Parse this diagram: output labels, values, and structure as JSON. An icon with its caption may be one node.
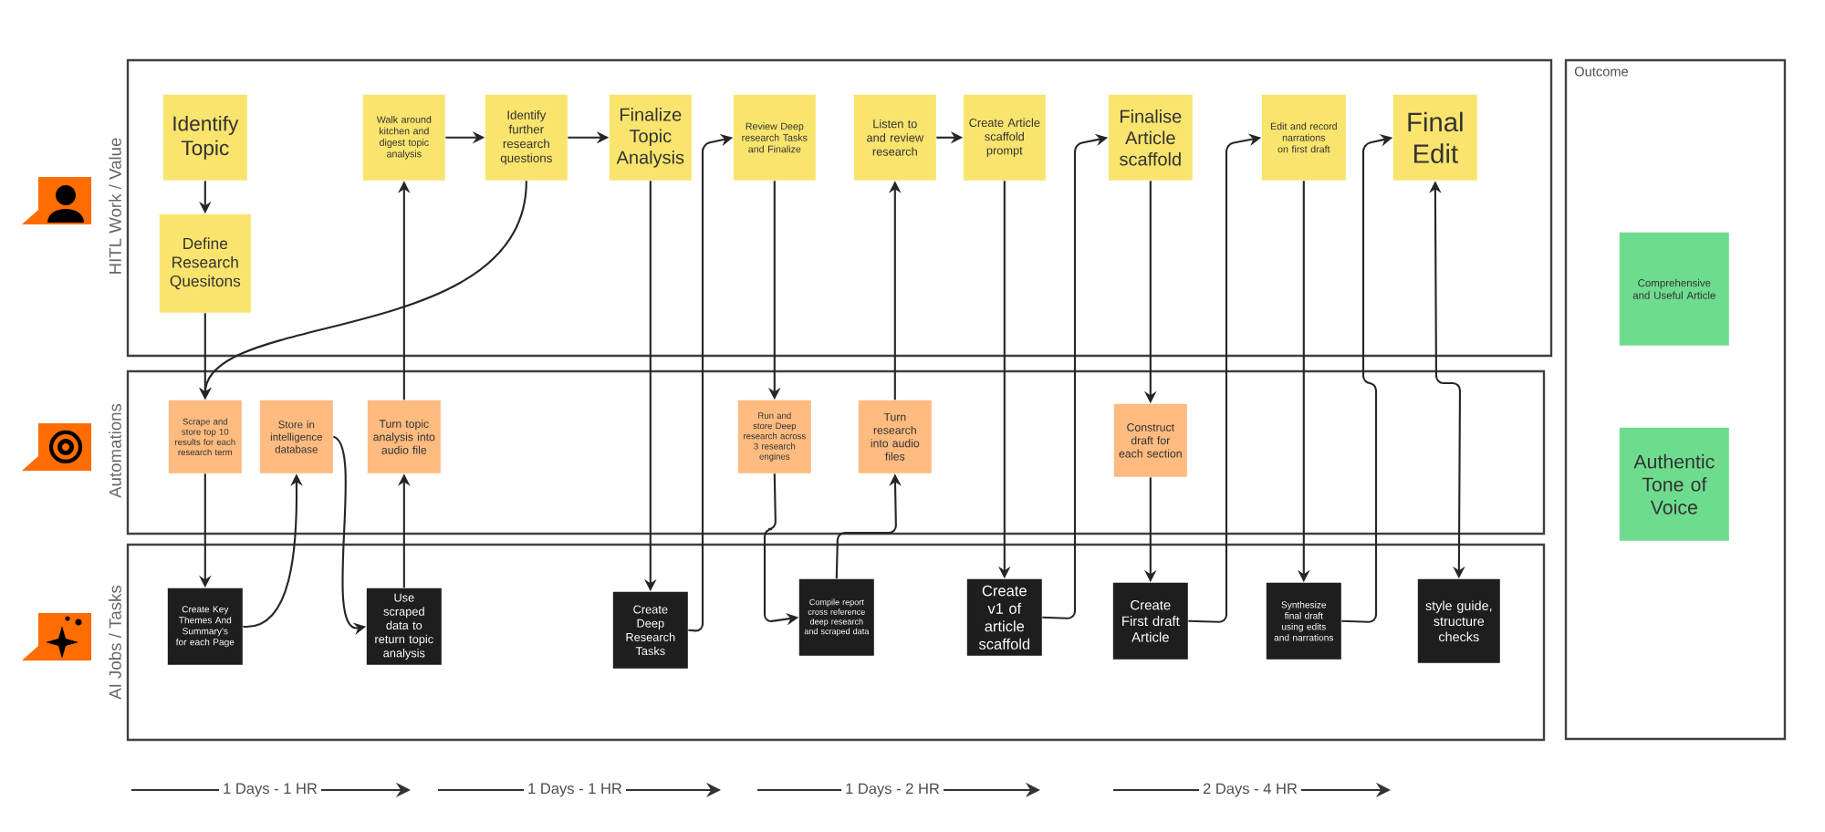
{
  "diagram": {
    "nodes": [
      {
        "text": [
          "HITL Work / Value"
        ]
      },
      {
        "text": [
          "Automations"
        ]
      },
      {
        "text": [
          "AI Jobs / Tasks"
        ]
      },
      {
        "text": [
          "Outcome"
        ]
      },
      {
        "text": [
          "Identify Topic"
        ],
        "in": 0
      },
      {
        "text": [
          "Define Research Quesitons"
        ],
        "in": 0
      },
      {
        "text": [
          "Walk around kitchen and digest topic analysis"
        ],
        "in": 0
      },
      {
        "text": [
          "Identify further research questions"
        ],
        "in": 0
      },
      {
        "text": [
          "Finalize Topic Analysis"
        ],
        "in": 0
      },
      {
        "text": [
          "Review Deep research Tasks and Finalize"
        ],
        "in": 0
      },
      {
        "text": [
          "Listen to and review research"
        ],
        "in": 0
      },
      {
        "text": [
          "Create Article scaffold prompt"
        ],
        "in": 0
      },
      {
        "text": [
          "Finalise Article scaffold"
        ],
        "in": 0
      },
      {
        "text": [
          "Edit and record narrations on first draft"
        ],
        "in": 0
      },
      {
        "text": [
          "Final Edit"
        ],
        "in": 0
      },
      {
        "text": [
          "Scrape and store top 10 results for each research term"
        ],
        "in": 1
      },
      {
        "text": [
          "Store in intelligence database"
        ],
        "in": 1
      },
      {
        "text": [
          "Turn topic analysis into audio file"
        ],
        "in": 1
      },
      {
        "text": [
          "Run and store Deep research across 3 research engines"
        ],
        "in": 1
      },
      {
        "text": [
          "Turn research into audio files"
        ],
        "in": 1
      },
      {
        "text": [
          "Construct draft for each section"
        ],
        "in": 1
      },
      {
        "text": [
          "Create Key Themes And Summary's for each Page"
        ],
        "in": 2
      },
      {
        "text": [
          "Use scraped data to return topic analysis"
        ],
        "in": 2
      },
      {
        "text": [
          "Create Deep Research Tasks"
        ],
        "in": 2
      },
      {
        "text": [
          "Compile report cross reference deep research and scraped data"
        ],
        "in": 2
      },
      {
        "text": [
          "Create v1 of article scaffold"
        ],
        "in": 2
      },
      {
        "text": [
          "Create First draft Article"
        ],
        "in": 2
      },
      {
        "text": [
          "Synthesize final draft using edits and narrations"
        ],
        "in": 2
      },
      {
        "text": [
          "style guide, structure checks"
        ],
        "in": 2
      },
      {
        "text": [
          "Comprehensive and Useful Article"
        ],
        "in": 3
      },
      {
        "text": [
          "Authentic Tone of Voice"
        ],
        "in": 3
      }
    ],
    "edges": [
      {
        "from": 4,
        "to": 5,
        "arrow": "to"
      },
      {
        "from": 6,
        "to": 7,
        "arrow": "to"
      },
      {
        "from": 7,
        "to": 8,
        "arrow": "to"
      },
      {
        "from": 5,
        "to": 15,
        "arrow": "to"
      },
      {
        "from": 7,
        "to": 15,
        "arrow": "to"
      },
      {
        "from": 15,
        "to": 21,
        "arrow": "to"
      },
      {
        "from": 21,
        "to": 16,
        "arrow": "to"
      },
      {
        "from": 16,
        "to": 22,
        "arrow": "to"
      },
      {
        "from": 22,
        "to": 17,
        "arrow": "to"
      },
      {
        "from": 17,
        "to": 6,
        "arrow": "to"
      },
      {
        "from": 8,
        "to": 23,
        "arrow": "to"
      },
      {
        "from": 23,
        "to": 9,
        "arrow": "to"
      },
      {
        "from": 9,
        "to": 18,
        "arrow": "to"
      },
      {
        "from": 18,
        "to": 24,
        "arrow": "to"
      },
      {
        "from": 24,
        "to": 19,
        "arrow": "to"
      },
      {
        "from": 19,
        "to": 10,
        "arrow": "to"
      },
      {
        "from": 10,
        "to": 11,
        "arrow": "to"
      },
      {
        "from": 11,
        "to": 25,
        "arrow": "to"
      },
      {
        "from": 25,
        "to": 12,
        "arrow": "to"
      },
      {
        "from": 12,
        "to": 20,
        "arrow": "to"
      },
      {
        "from": 20,
        "to": 26,
        "arrow": "to"
      },
      {
        "from": 26,
        "to": 13,
        "arrow": "to"
      },
      {
        "from": 13,
        "to": 27,
        "arrow": "to"
      },
      {
        "from": 27,
        "to": 14,
        "arrow": "to"
      },
      {
        "from": 14,
        "to": 28,
        "arrow": "both"
      }
    ],
    "labels": [
      "1 Days - 1 HR",
      "1 Days - 1 HR",
      "1 Days - 2 HR",
      "2 Days - 4 HR"
    ]
  }
}
